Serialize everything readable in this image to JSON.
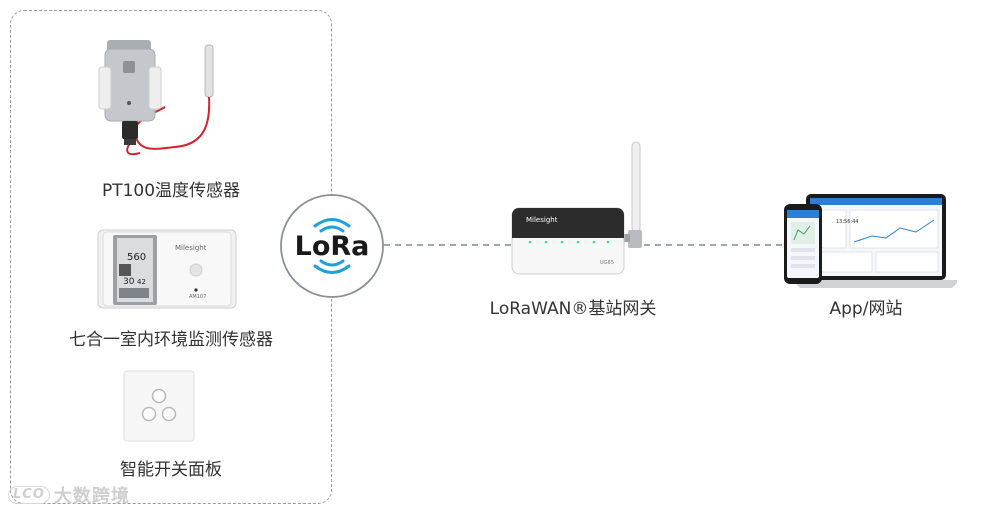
{
  "devices": [
    {
      "id": "pt100",
      "label": "PT100温度传感器"
    },
    {
      "id": "am107",
      "label": "七合一室内环境监测传感器",
      "screen": {
        "co2": "560",
        "temp": "30",
        "hum": "42"
      },
      "brand": "Milesight",
      "model": "AM107"
    },
    {
      "id": "switch",
      "label": "智能开关面板"
    }
  ],
  "lora": {
    "text": "LoRa"
  },
  "gateway": {
    "label": "LoRaWAN®基站网关",
    "brand": "Milesight",
    "model": "UG65"
  },
  "app": {
    "label": "App/网站",
    "phone_time": "13:56:44"
  },
  "watermark": {
    "logo": "LCO",
    "text": "大数跨境"
  },
  "colors": {
    "cable": "#d3232b",
    "lora_blue": "#1ea0d8",
    "dash": "#7a8a99",
    "panel_border": "#9a9a9a"
  }
}
